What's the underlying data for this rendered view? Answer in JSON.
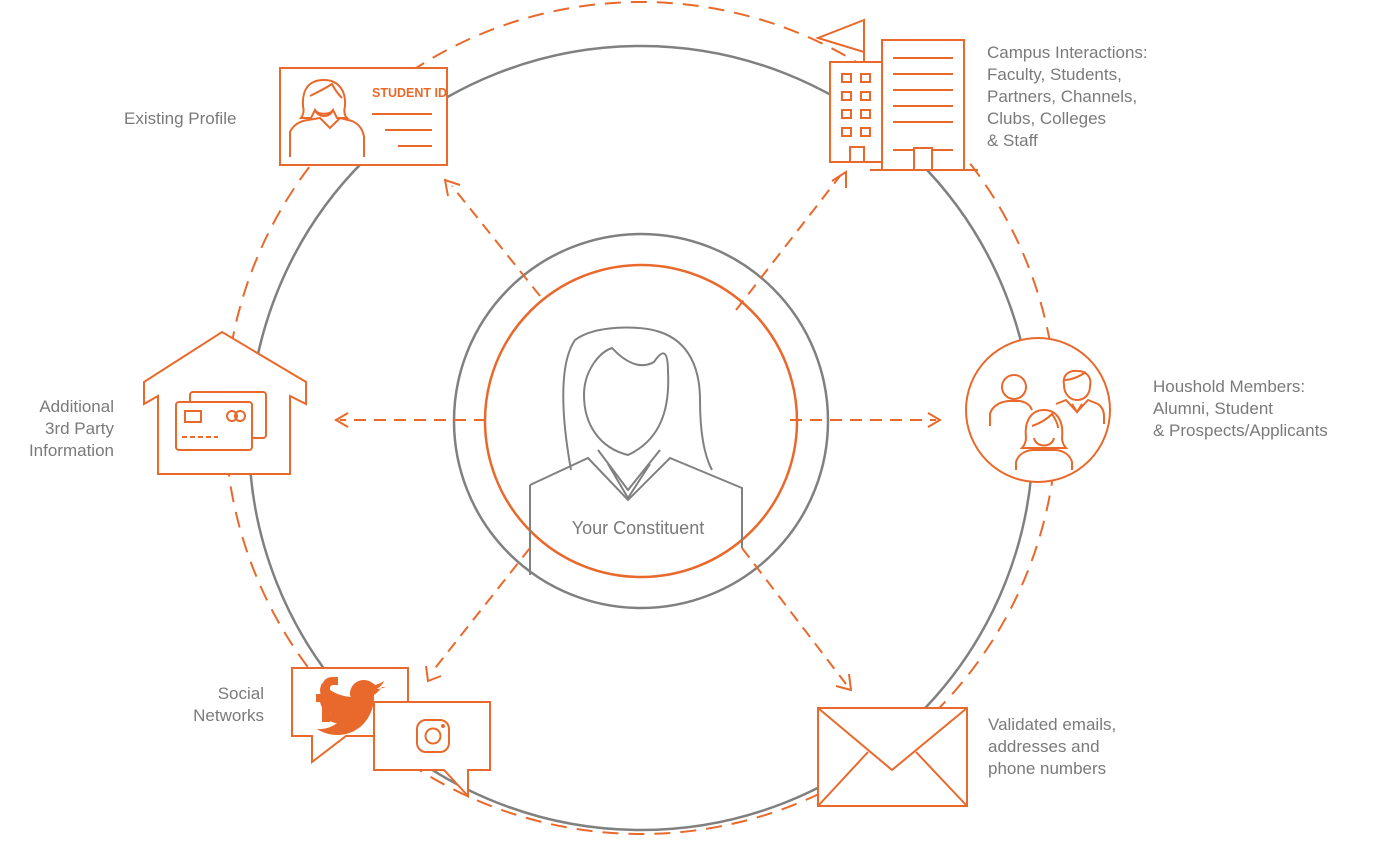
{
  "colors": {
    "accent": "#e8692b",
    "gray": "#7a7a7a",
    "ring_gray": "#808080",
    "text": "#7a7a7a"
  },
  "center": {
    "label": "Your Constituent"
  },
  "nodes": {
    "existing_profile": {
      "label_lines": [
        "Existing Profile"
      ],
      "badge": "STUDENT ID",
      "icon": "student-id-card-icon"
    },
    "campus": {
      "label_lines": [
        "Campus Interactions:",
        "Faculty, Students,",
        "Partners, Channels,",
        "Clubs, Colleges",
        "& Staff"
      ],
      "icon": "campus-buildings-icon"
    },
    "household": {
      "label_lines": [
        "Houshold Members:",
        "Alumni, Student",
        "& Prospects/Applicants"
      ],
      "icon": "household-members-icon"
    },
    "validated": {
      "label_lines": [
        "Validated emails,",
        "addresses and",
        "phone numbers"
      ],
      "icon": "envelope-icon"
    },
    "social": {
      "label_lines": [
        "Social",
        "Networks"
      ],
      "icon": "social-networks-icon"
    },
    "third_party": {
      "label_lines": [
        "Additional",
        "3rd Party",
        "Information"
      ],
      "icon": "house-credit-card-icon"
    }
  }
}
